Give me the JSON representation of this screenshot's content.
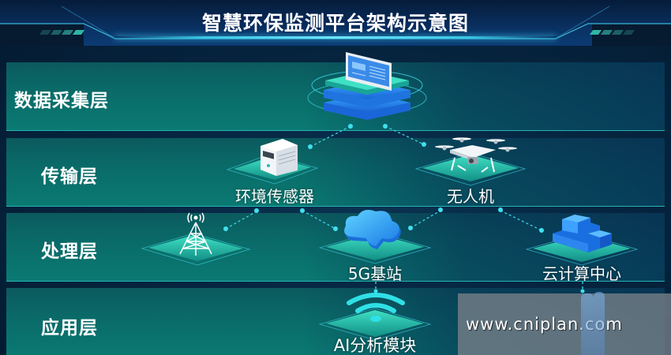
{
  "header": {
    "title": "智慧环保监测平台架构示意图"
  },
  "layers": [
    {
      "label": "数据采集层"
    },
    {
      "label": "传输层"
    },
    {
      "label": "处理层"
    },
    {
      "label": "应用层"
    }
  ],
  "nodes": {
    "data_platform": {
      "icon": "monitor-server-stack-icon",
      "label": ""
    },
    "env_sensor": {
      "icon": "server-tower-icon",
      "label": "环境传感器"
    },
    "drone": {
      "icon": "drone-icon",
      "label": "无人机"
    },
    "signal_tower": {
      "icon": "signal-tower-icon",
      "label": ""
    },
    "base_station_5g": {
      "icon": "cloud-icon",
      "label": "5G基站"
    },
    "cloud_center": {
      "icon": "blocks-building-icon",
      "label": "云计算中心"
    },
    "ai_module": {
      "icon": "wifi-icon",
      "label": "AI分析模块"
    }
  },
  "watermark": {
    "text": "www.cniplan.com"
  },
  "colors": {
    "background": "#041a30",
    "layer_teal": "#0a7a72",
    "accent_cyan": "#3fd0f0",
    "header_blue": "#0b3a72",
    "text": "#ffffff"
  }
}
